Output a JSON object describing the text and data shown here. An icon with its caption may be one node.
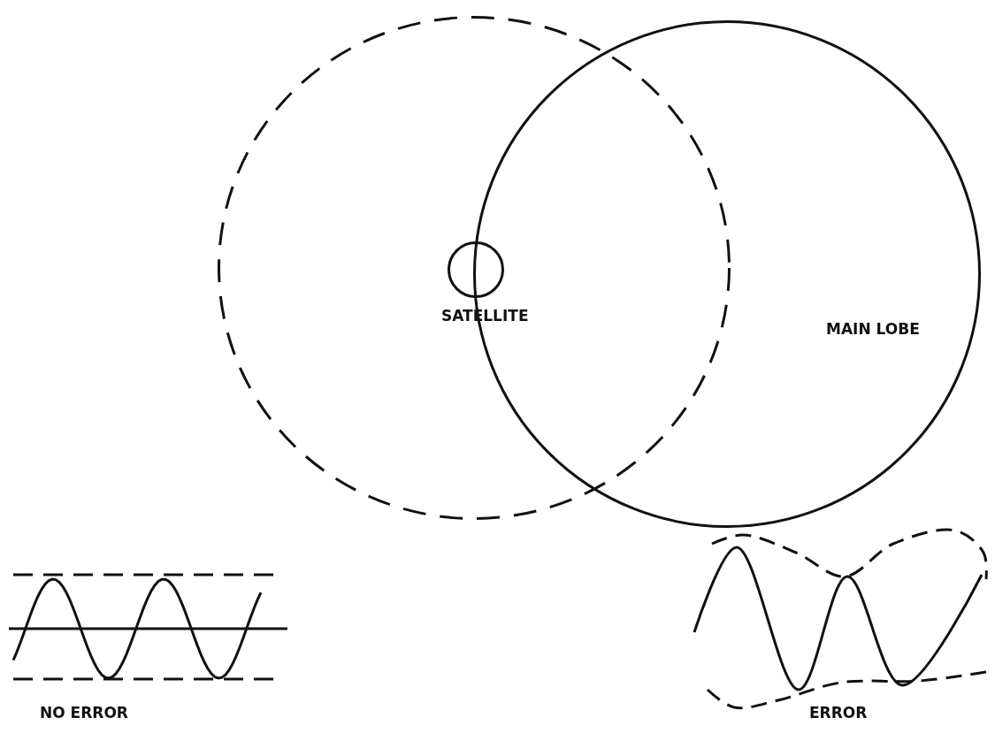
{
  "diagram": {
    "nodes": [
      {
        "text": [],
        "shape": "circle"
      },
      {
        "text": [
          "MAIN LOBE"
        ]
      },
      {
        "text": [
          "SATELLITE"
        ],
        "in": 0
      }
    ],
    "labels": [
      "NO ERROR",
      "ERROR"
    ]
  }
}
